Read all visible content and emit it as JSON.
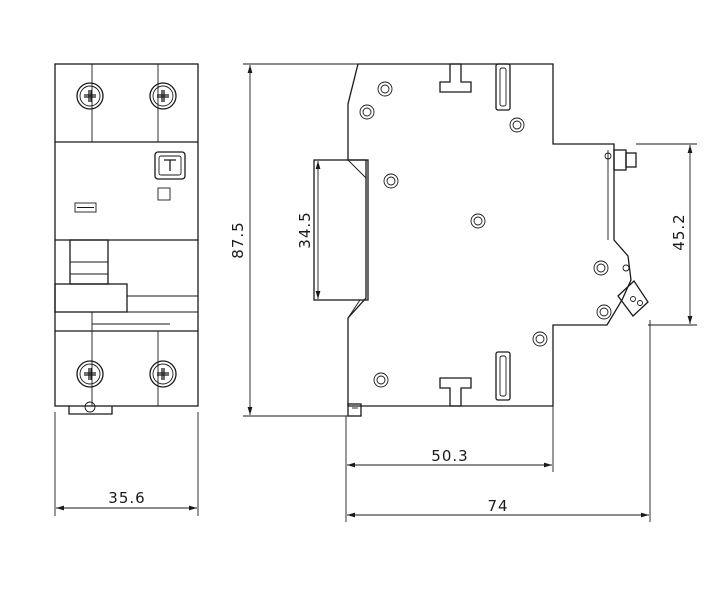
{
  "dimensions": {
    "front_width": "35.6",
    "total_height": "87.5",
    "rail_height": "34.5",
    "front_height": "45.2",
    "body_depth": "50.3",
    "total_depth": "74"
  },
  "colors": {
    "line": "#1a1a1a",
    "background": "#ffffff"
  },
  "icons": {
    "test_button": "test-button-t-icon",
    "terminal_screw": "terminal-screw-icon"
  }
}
